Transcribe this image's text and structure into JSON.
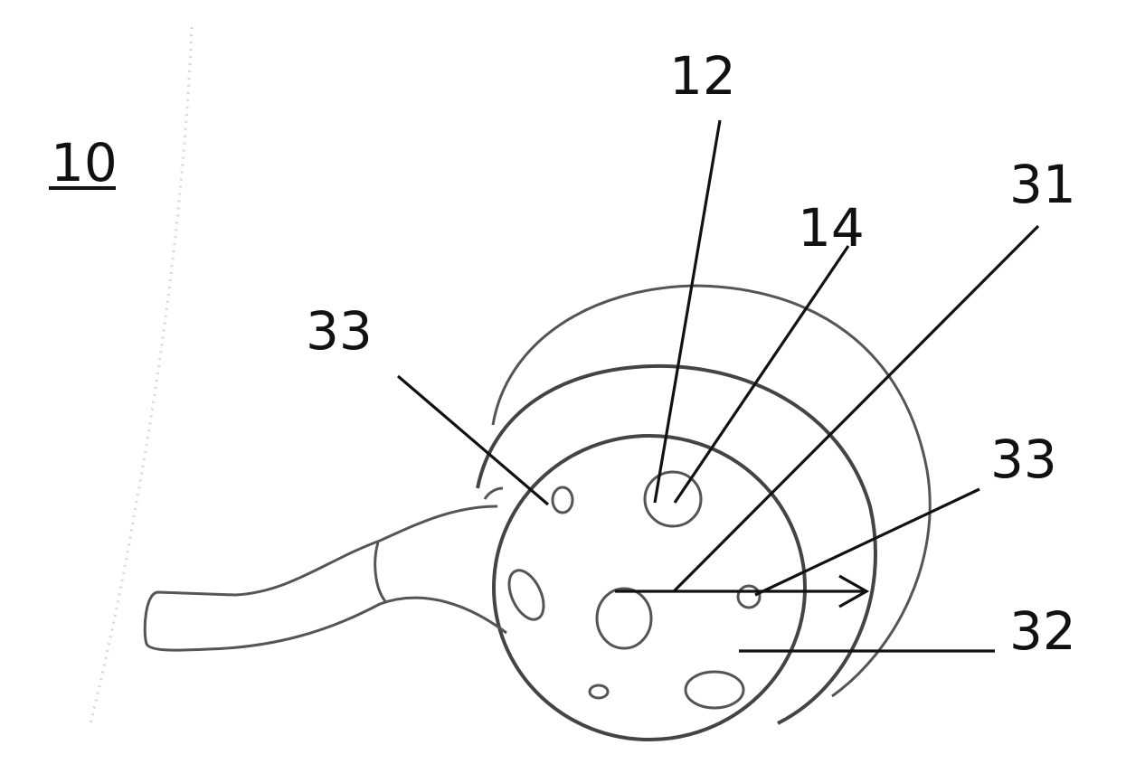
{
  "figure": {
    "labels": {
      "device": "10",
      "ref_12": "12",
      "ref_14": "14",
      "ref_31": "31",
      "ref_32": "32",
      "ref_33_left": "33",
      "ref_33_right": "33"
    },
    "colors": {
      "ink": "#111111",
      "drawing": "#555555",
      "background": "#ffffff"
    }
  }
}
